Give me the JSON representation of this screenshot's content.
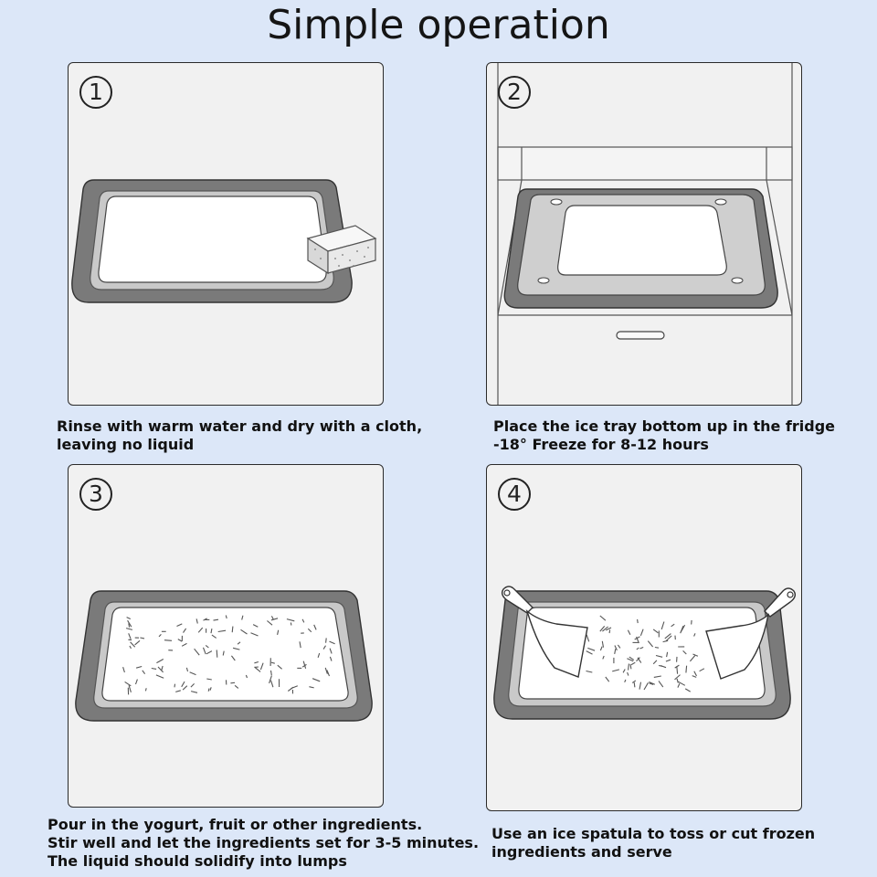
{
  "title": "Simple operation",
  "steps": [
    {
      "number": "1",
      "icon": "tray-with-sponge-illustration",
      "lines": [
        "Rinse with warm water and dry with a cloth,",
        "leaving no liquid"
      ]
    },
    {
      "number": "2",
      "icon": "tray-in-freezer-illustration",
      "lines": [
        "Place the ice tray bottom up in the fridge",
        "-18° Freeze for 8-12 hours"
      ]
    },
    {
      "number": "3",
      "icon": "tray-with-ingredients-illustration",
      "lines": [
        "Pour in the yogurt, fruit or other ingredients.",
        "Stir well and let the ingredients set for 3-5 minutes.",
        "The liquid should solidify into lumps"
      ]
    },
    {
      "number": "4",
      "icon": "tray-with-spatulas-illustration",
      "lines": [
        "Use an ice spatula to toss or cut frozen",
        "ingredients and serve"
      ]
    }
  ],
  "colors": {
    "background": "#dce7f8",
    "panel": "#f1f1f1",
    "tray_rim": "#7a7a7a",
    "tray_inner": "#c8c8c8"
  }
}
